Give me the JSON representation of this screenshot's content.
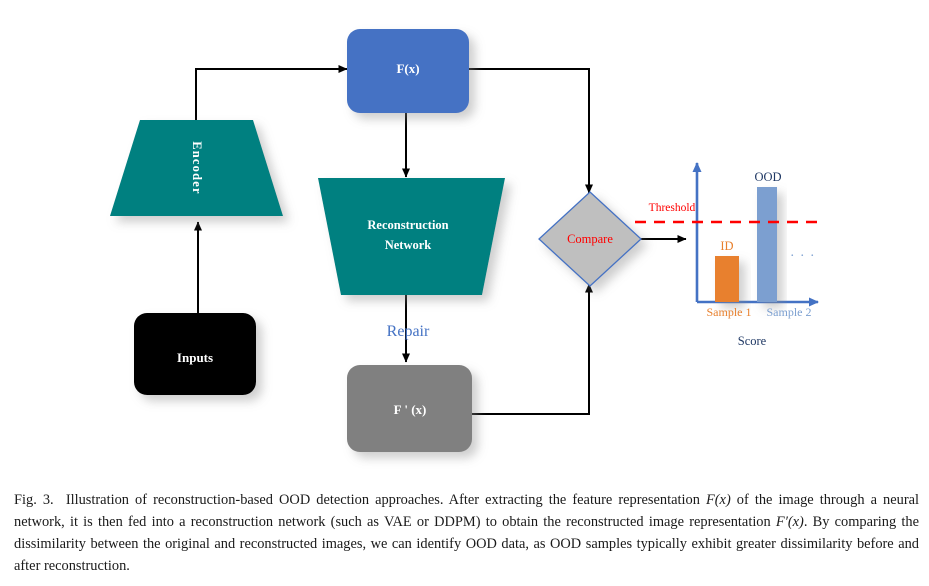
{
  "figure": {
    "nodes": {
      "inputs": {
        "label": "Inputs",
        "fill": "#000000"
      },
      "encoder": {
        "label": "Encoder",
        "fill": "#008080"
      },
      "fx": {
        "label": "F(x)",
        "fill": "#4472C4"
      },
      "reconstruction": {
        "label_line1": "Reconstruction",
        "label_line2": "Network",
        "fill": "#008080"
      },
      "fprimex": {
        "label": "F ' (x)",
        "fill": "#808080"
      },
      "compare": {
        "label": "Compare",
        "fill": "#BFBFBF",
        "text_color": "#FF0000",
        "stroke": "#4472C4"
      }
    },
    "edges": {
      "repair_label": "Repair",
      "repair_color": "#4472C4"
    },
    "chart_axis_color": "#4472C4"
  },
  "chart_data": {
    "type": "bar",
    "title": "",
    "xlabel": "Score",
    "ylabel": "",
    "categories": [
      "Sample 1",
      "Sample 2"
    ],
    "values": [
      0.38,
      1.0
    ],
    "ylim": [
      0,
      1.12
    ],
    "grid": false,
    "legend": "none",
    "bar_labels": [
      "ID",
      "OOD"
    ],
    "bar_colors": [
      "#E8802E",
      "#7B9FD0"
    ],
    "category_colors": [
      "#E8802E",
      "#7B9FD0"
    ],
    "annotations": [
      {
        "name": "threshold",
        "label": "Threshold",
        "value": 0.78,
        "color": "#FF0000",
        "style": "dashed-horizontal"
      },
      {
        "name": "ellipsis",
        "label": ". . .",
        "color": "#7B9FD0"
      }
    ],
    "axis_label_color": "#1F3864"
  },
  "caption": {
    "prefix": "Fig. 3.",
    "text_1": "Illustration of reconstruction-based OOD detection approaches. After extracting the feature representation ",
    "math_1": "F(x)",
    "text_2": " of the image through a neural network, it is then fed into a reconstruction network (such as VAE or DDPM) to obtain the reconstructed image representation ",
    "math_2": "F′(x)",
    "text_3": ". By comparing the dissimilarity between the original and reconstructed images, we can identify OOD data, as OOD samples typically exhibit greater dissimilarity before and after reconstruction."
  }
}
